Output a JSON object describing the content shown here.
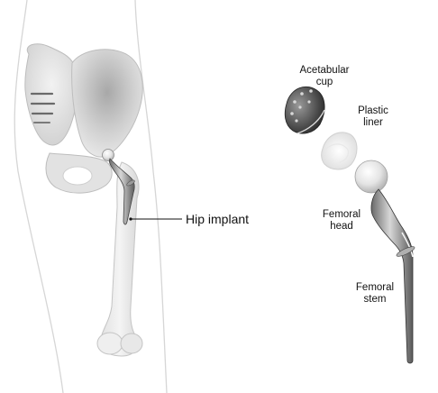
{
  "labels": {
    "hip_implant": "Hip implant",
    "acetabular_cup": [
      "Acetabular",
      "cup"
    ],
    "plastic_liner": [
      "Plastic",
      "liner"
    ],
    "femoral_head": [
      "Femoral",
      "head"
    ],
    "femoral_stem": [
      "Femoral",
      "stem"
    ]
  }
}
